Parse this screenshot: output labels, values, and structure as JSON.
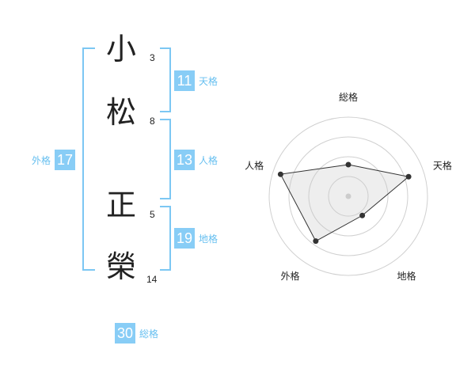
{
  "name": {
    "chars": [
      {
        "char": "小",
        "strokes": "3"
      },
      {
        "char": "松",
        "strokes": "8"
      },
      {
        "char": "正",
        "strokes": "5"
      },
      {
        "char": "榮",
        "strokes": "14"
      }
    ]
  },
  "fortunes": {
    "tenkaku": {
      "value": "11",
      "label": "天格"
    },
    "jinkaku": {
      "value": "13",
      "label": "人格"
    },
    "chikaku": {
      "value": "19",
      "label": "地格"
    },
    "gaikaku": {
      "value": "17",
      "label": "外格"
    },
    "soukaku": {
      "value": "30",
      "label": "総格"
    }
  },
  "chart_data": {
    "type": "radar",
    "axes": [
      "総格",
      "天格",
      "地格",
      "外格",
      "人格"
    ],
    "values": [
      2,
      4,
      1.5,
      3.5,
      4.5
    ],
    "max": 5,
    "rings": 4
  }
}
